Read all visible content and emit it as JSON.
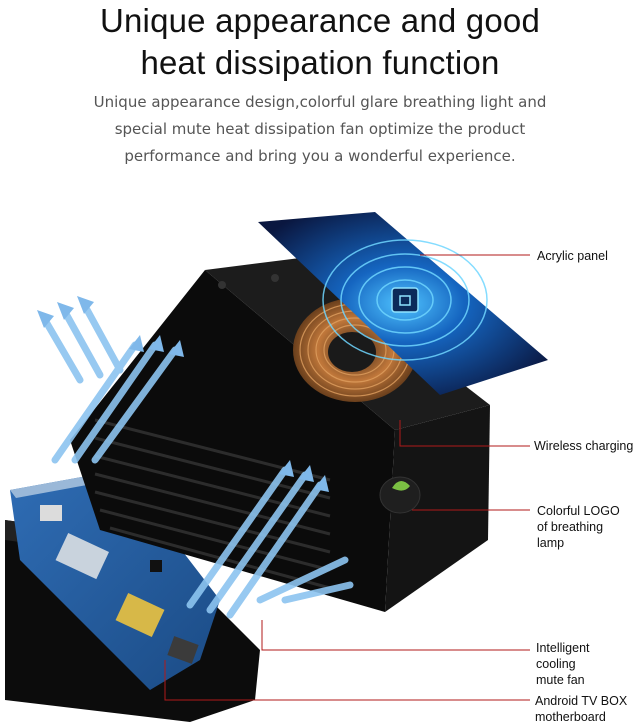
{
  "headline": {
    "line1": "Unique appearance and good",
    "line2": "heat dissipation function"
  },
  "subtitle": {
    "line1": "Unique appearance design,colorful glare breathing light and",
    "line2": "special mute heat dissipation fan optimize the product",
    "line3": "performance and bring you a wonderful experience."
  },
  "callouts": {
    "acrylic": "Acrylic panel",
    "wireless": "Wireless charging",
    "logo_l1": "Colorful LOGO",
    "logo_l2": "of  breathing",
    "logo_l3": "lamp",
    "fan_l1": "Intelligent",
    "fan_l2": "cooling",
    "fan_l3": "mute fan",
    "board_l1": "Android TV BOX",
    "board_l2": "motherboard"
  },
  "colors": {
    "accent_blue": "#1e88e5",
    "airflow": "#8cc4f0",
    "callout_line": "#b11a1a",
    "cube": "#121212"
  }
}
